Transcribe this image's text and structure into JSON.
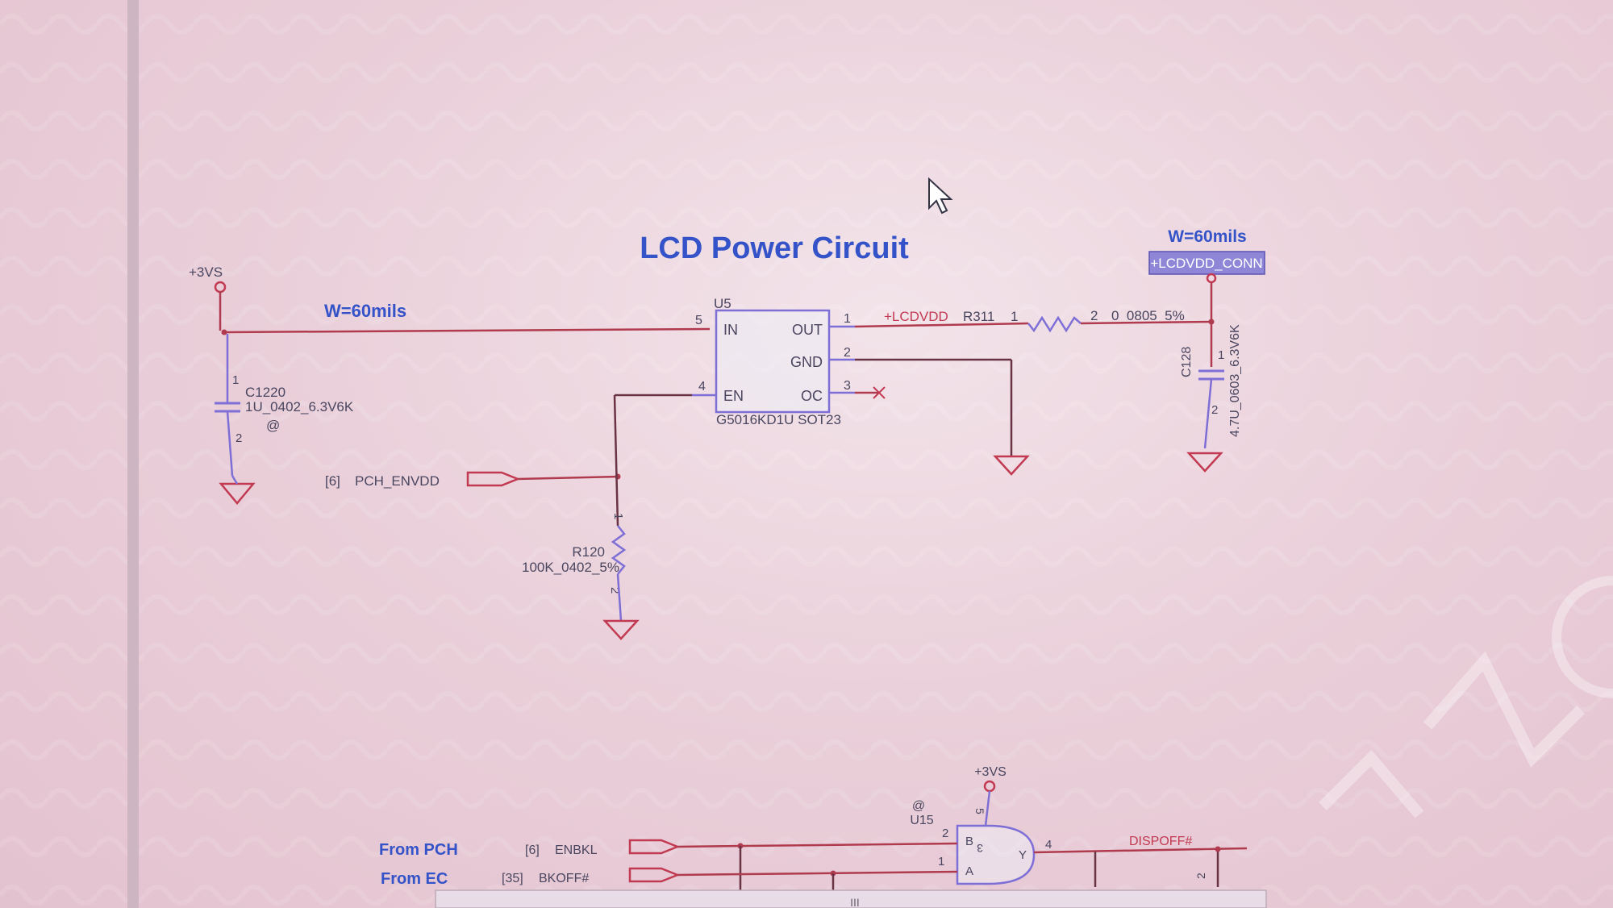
{
  "title": "LCD Power Circuit",
  "colors": {
    "wire": "#b03a4e",
    "wire_dark": "#6a3344",
    "component": "#7e6fd6",
    "title": "#3553c8",
    "label_blue": "#3553c8",
    "text": "#4a4660",
    "net_red": "#c23a52",
    "highlight_bg": "#8f86d8"
  },
  "left_rail": {
    "power_label": "+3VS",
    "width_note": "W=60mils",
    "cap_pin1": "1",
    "cap_pin2": "2",
    "cap_ref": "C1220",
    "cap_value": "1U_0402_6.3V6K",
    "cap_marker": "@"
  },
  "regulator": {
    "ref": "U5",
    "part": "G5016KD1U SOT23",
    "pin_in": "IN",
    "pin_out": "OUT",
    "pin_gnd": "GND",
    "pin_en": "EN",
    "pin_oc": "OC",
    "num_in": "5",
    "num_out": "1",
    "num_gnd": "2",
    "num_en": "4",
    "num_oc": "3"
  },
  "output": {
    "net_name": "+LCDVDD",
    "res_ref": "R311",
    "res_pin1": "1",
    "res_pin2": "2",
    "res_value": "0_0805_5%",
    "width_note": "W=60mils",
    "conn_label": "+LCDVDD_CONN",
    "cap_ref": "C128",
    "cap_value": "4.7U_0603_6.3V6K",
    "cap_pin1": "1",
    "cap_pin2": "2"
  },
  "enable": {
    "sheet_ref": "[6]",
    "net_name": "PCH_ENVDD",
    "res_ref": "R120",
    "res_value": "100K_0402_5%",
    "res_pin1": "1",
    "res_pin2": "2"
  },
  "gate": {
    "power_label": "+3VS",
    "marker": "@",
    "ref": "U15",
    "pin_b": "B",
    "pin_a": "A",
    "pin_y": "Y",
    "num_b": "2",
    "num_a": "1",
    "num_y": "4",
    "num_vcc": "5",
    "num_gnd": "3",
    "out_net": "DISPOFF#",
    "out_pin": "2"
  },
  "inputs": [
    {
      "source": "From PCH",
      "sheet": "[6]",
      "net": "ENBKL"
    },
    {
      "source": "From EC",
      "sheet": "[35]",
      "net": "BKOFF#"
    }
  ],
  "scrollbar_grip": "III"
}
